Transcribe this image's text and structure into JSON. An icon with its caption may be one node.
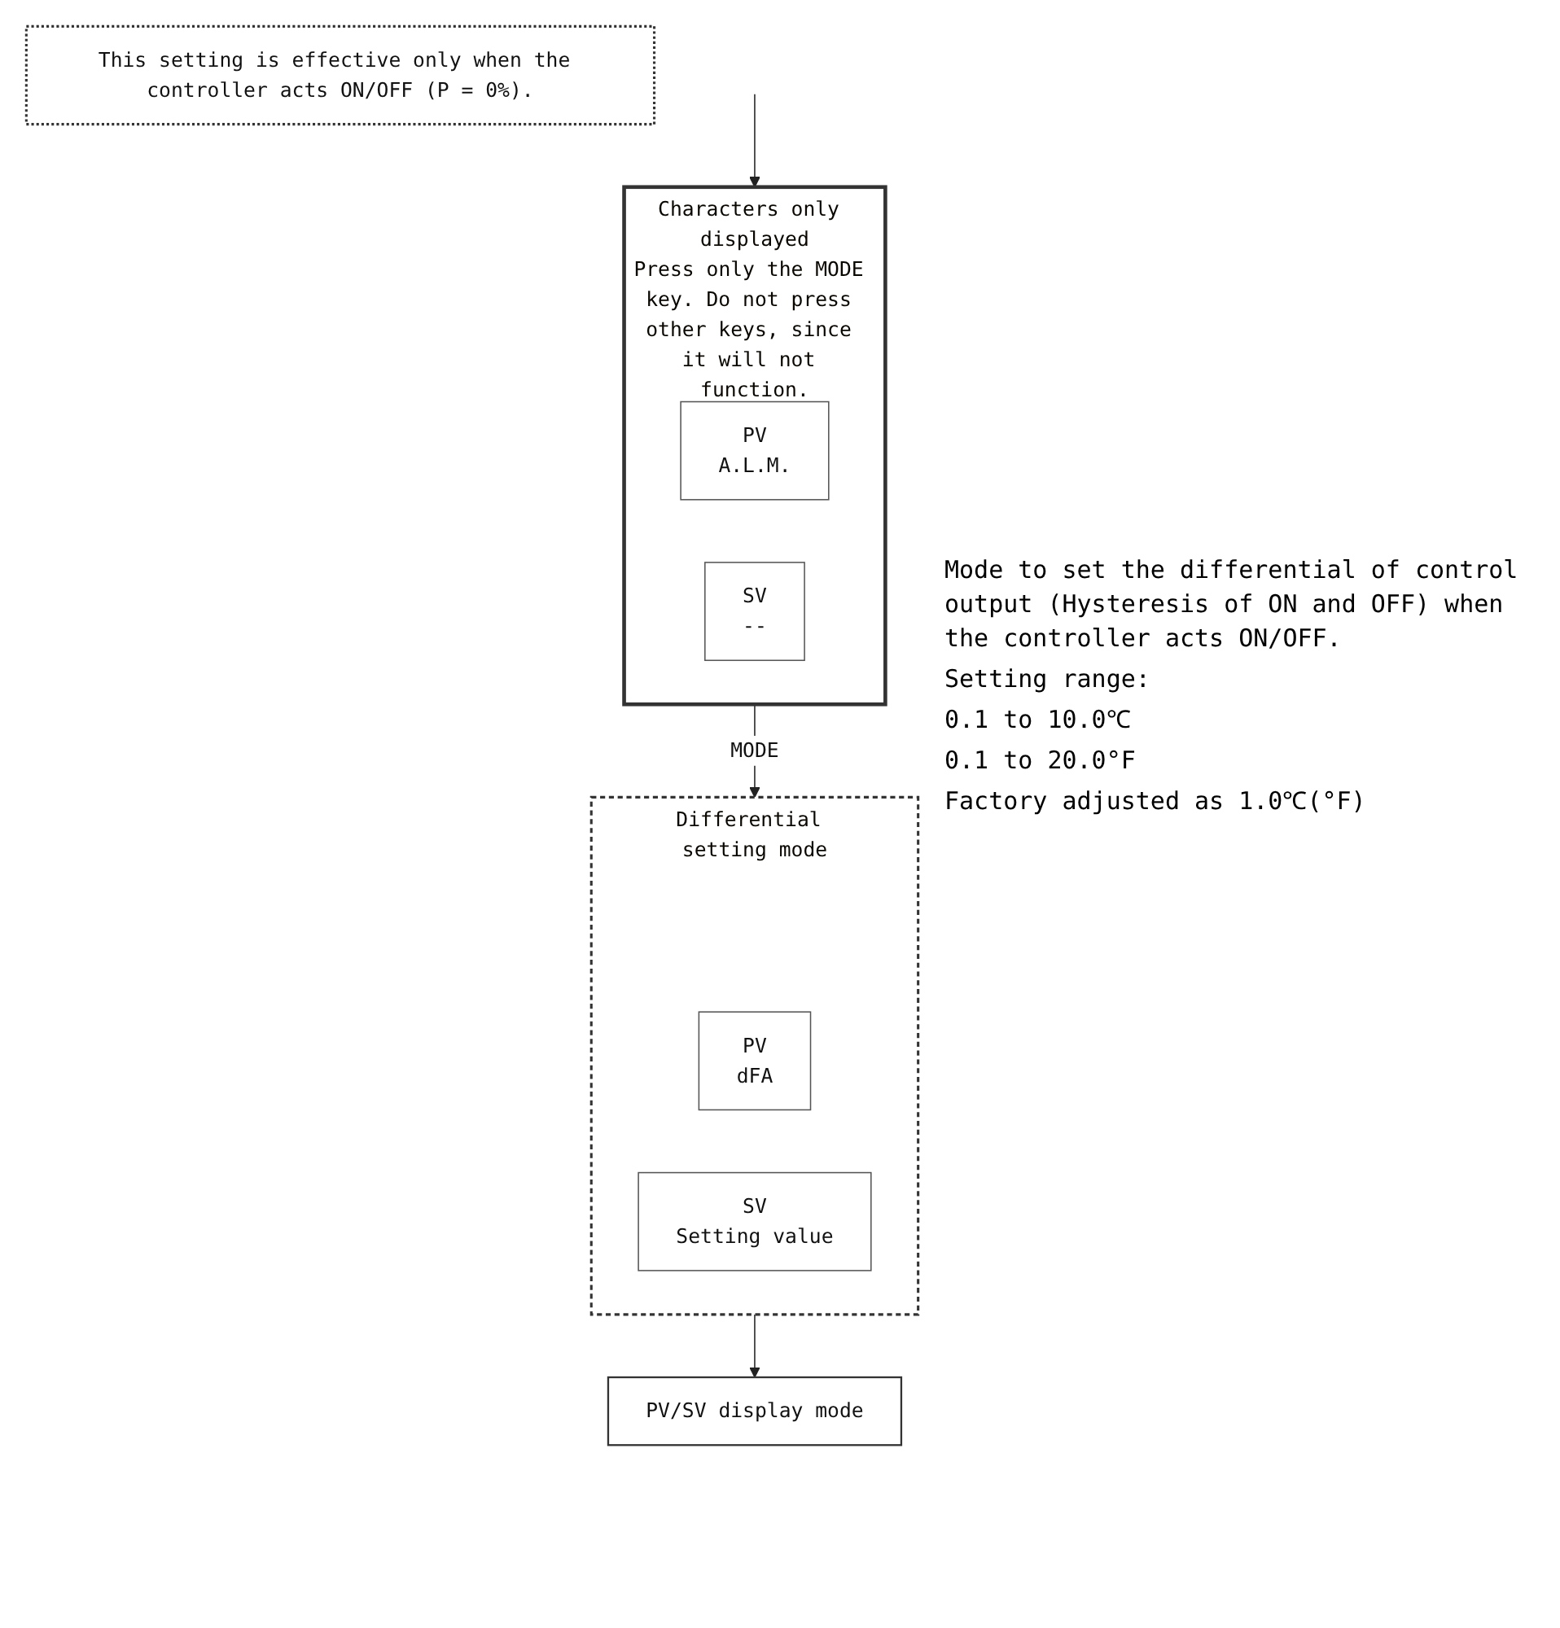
{
  "diagram": {
    "nodes": [
      {
        "text": [
          "Characters only displayed",
          "Press only the MODE key. Do not press other keys, since it will not function."
        ]
      },
      {
        "text": [
          "PV",
          "A.L.M."
        ],
        "in": 0
      },
      {
        "text": [
          "SV",
          "--"
        ],
        "in": 0
      },
      {
        "text": [
          "Differential setting mode"
        ]
      },
      {
        "text": [
          "PV",
          "dFA"
        ],
        "in": 3
      },
      {
        "text": [
          "SV",
          "Setting value"
        ],
        "in": 3
      },
      {
        "text": [
          "This setting is effective only when the controller acts ON/OFF (P = 0%)."
        ]
      },
      {
        "text": [
          "PV/SV display mode"
        ]
      }
    ],
    "edges": [
      {
        "from": null,
        "to": 0,
        "arrow": "to"
      },
      {
        "from": 0,
        "to": 3,
        "arrow": "to",
        "label": "MODE"
      },
      {
        "from": 3,
        "to": 7,
        "arrow": "to"
      }
    ],
    "labels": [
      "Mode to set the differential of control output (Hysteresis of ON and OFF) when the controller acts ON/OFF.",
      "Setting range:",
      "0.1 to 10.0℃",
      "0.1 to 20.0°F",
      "Factory adjusted as 1.0℃(°F)"
    ]
  }
}
